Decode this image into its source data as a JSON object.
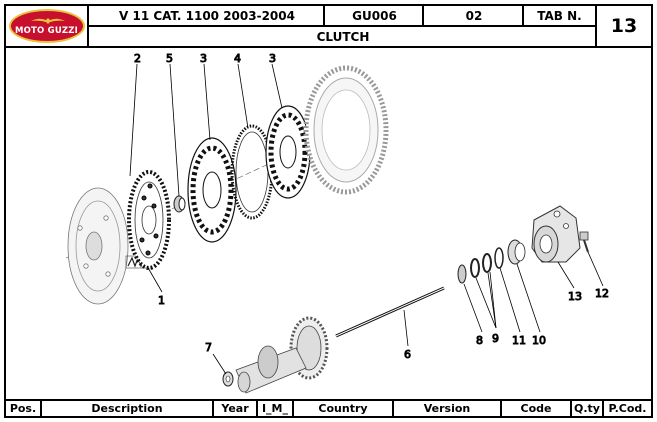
{
  "header": {
    "brand": "MOTO GUZZI",
    "model": "V 11 CAT. 1100 2003-2004",
    "code": "GU006",
    "number": "02",
    "tab_label": "TAB N.",
    "tab_number": "13",
    "title": "CLUTCH"
  },
  "callouts": [
    "1",
    "2",
    "3",
    "3",
    "4",
    "5",
    "6",
    "7",
    "8",
    "9",
    "10",
    "11",
    "12",
    "13"
  ],
  "footer": {
    "columns": [
      "Pos.",
      "Description",
      "Year",
      "I_M_",
      "Country",
      "Version",
      "Code",
      "Q.ty",
      "P.Cod."
    ]
  },
  "colors": {
    "logo_red": "#c8102e",
    "logo_gold": "#e8c23a",
    "line": "#000000"
  }
}
